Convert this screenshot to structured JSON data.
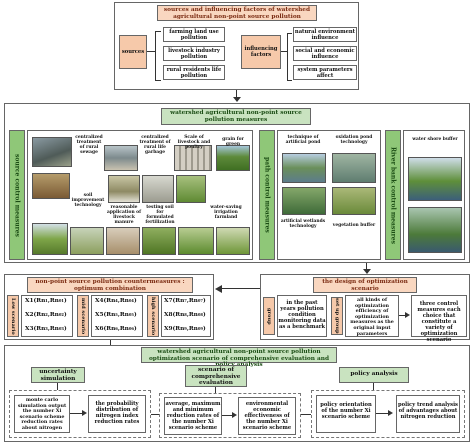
{
  "top": {
    "title": "sources and influencing factors of  watershed agricultural non-point source pollution",
    "sources_label": "sources",
    "sources": [
      "farming land use pollution",
      "livestock industry pollution",
      "rural residents life pollution"
    ],
    "factors_label": "influencing factors",
    "factors": [
      "natural environment influence",
      "social and economic influence",
      "system parameters affect"
    ]
  },
  "measures": {
    "title": "watershed agricultural non-point source pollution measures",
    "source_label": "source control measures",
    "source_items": [
      "centralized treatment of rural sewage",
      "centralized treatment of rural life garbage",
      "Scale of livestock and poultry",
      "grain for green",
      "soil improvement technology",
      "reasonable application of livestock manure",
      "testing soil for formulated fertilization",
      "water-saving irrigation farmland"
    ],
    "path_label": "path control measures",
    "path_items": [
      "technique of artificial pond",
      "oxidation pond technology",
      "artificial wetlands technology",
      "vegetation buffer"
    ],
    "river_label": "River bank control measures",
    "river_items": [
      "water shore buffer"
    ]
  },
  "countermeasures": {
    "title": "non-point source pollution countermeasures : optimum combination",
    "scenarios": [
      {
        "label": "Low scenario",
        "items": [
          "X1(Rn₁,Rn₀₁)",
          "X2(Rn₂,Rn₀₂)",
          "X3(Rn₃,Rn₀₃)"
        ]
      },
      {
        "label": "mid scenario",
        "items": [
          "X4(Rn₄,Rn₀₄)",
          "X5(Rn₅,Rn₀₅)",
          "X6(Rn₆,Rn₀₆)"
        ]
      },
      {
        "label": "high scenario",
        "items": [
          "X7(Rn₇,Rn₀₇)",
          "X8(Rn₈,Rn₀₈)",
          "X9(Rn₉,Rn₀₉)"
        ]
      }
    ]
  },
  "design": {
    "title": "the design of optimization scenario",
    "left_label": "group",
    "left_text": "in the past years pollution condition monitoring data as a benchmark",
    "mid_label": "set up group",
    "mid_text": "all kinds of optimization efficiency of optimization measures  as the original input parameters",
    "right_text": "three control measures each choice that constitute a variety of optimization scenario"
  },
  "bottom": {
    "title": "watershed agricultural non-point source pollution optimization scenario of comprehensive evaluation and policy analysis",
    "col1_label": "uncertainty simulation",
    "col1_items": [
      "monte carlo simulation output the number Xi scenario scheme reduction rates about nitrogen",
      "the probability distribution of nitrogen index reduction rates"
    ],
    "col2_label": "scenario of comprehensive evaluation",
    "col2_items": [
      "average, maximum and minimum reduction rates of the number Xi scenario scheme",
      "environmental economic effectiveness of the number Xi scenario scheme"
    ],
    "col3_label": "policy analysis",
    "col3_items": [
      "policy orientation of the number Xi scenario scheme",
      "policy trend analysis of advantages about nitrogen reduction"
    ]
  }
}
